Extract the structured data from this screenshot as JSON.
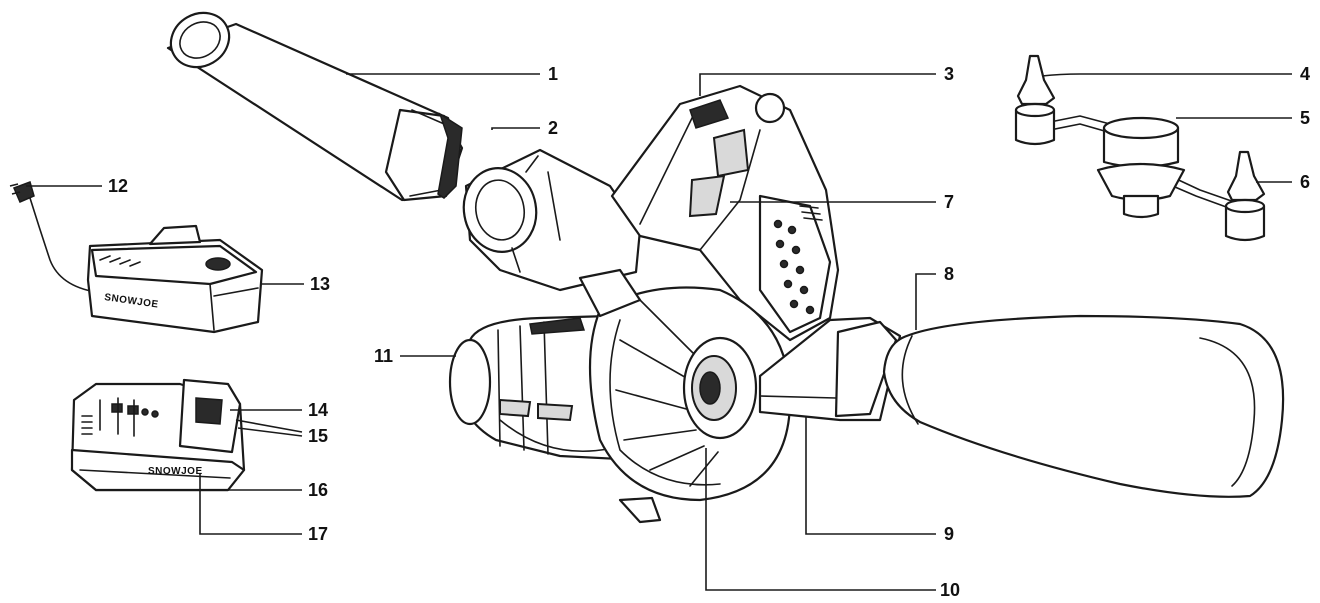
{
  "diagram": {
    "callouts": [
      {
        "id": "callout-1",
        "label": "1"
      },
      {
        "id": "callout-2",
        "label": "2"
      },
      {
        "id": "callout-3",
        "label": "3"
      },
      {
        "id": "callout-4",
        "label": "4"
      },
      {
        "id": "callout-5",
        "label": "5"
      },
      {
        "id": "callout-6",
        "label": "6"
      },
      {
        "id": "callout-7",
        "label": "7"
      },
      {
        "id": "callout-8",
        "label": "8"
      },
      {
        "id": "callout-9",
        "label": "9"
      },
      {
        "id": "callout-10",
        "label": "10"
      },
      {
        "id": "callout-11",
        "label": "11"
      },
      {
        "id": "callout-12",
        "label": "12"
      },
      {
        "id": "callout-13",
        "label": "13"
      },
      {
        "id": "callout-14",
        "label": "14"
      },
      {
        "id": "callout-15",
        "label": "15"
      },
      {
        "id": "callout-16",
        "label": "16"
      },
      {
        "id": "callout-17",
        "label": "17"
      }
    ],
    "brand_marks": {
      "charger": "SNOWJOE",
      "battery": "SNOWJOE"
    }
  }
}
